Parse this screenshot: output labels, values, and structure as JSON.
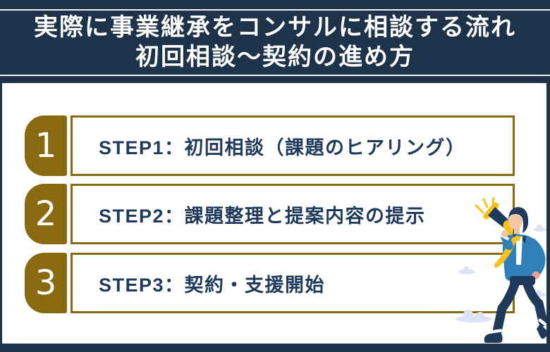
{
  "header": {
    "title_line1": "実際に事業継承をコンサルに相談する流れ",
    "title_line2": "初回相談〜契約の進め方"
  },
  "steps": [
    {
      "number": "1",
      "label": "STEP1：初回相談（課題のヒアリング）"
    },
    {
      "number": "2",
      "label": "STEP2：課題整理と提案内容の提示"
    },
    {
      "number": "3",
      "label": "STEP3：契約・支援開始"
    }
  ],
  "illustration": {
    "name": "businessman-with-megaphone",
    "elements": [
      "megaphone",
      "sound-rays",
      "businessman",
      "clouds"
    ]
  },
  "colors": {
    "navy": "#1e3349",
    "gold": "#8a6a10",
    "step_text_navy": "#1f3a5a",
    "accent_yellow": "#f5c21d",
    "jacket_blue": "#2f80b9",
    "skin": "#f3c6a5",
    "hand": "#ef9f97",
    "cloud": "#dde2f4",
    "white": "#ffffff"
  }
}
